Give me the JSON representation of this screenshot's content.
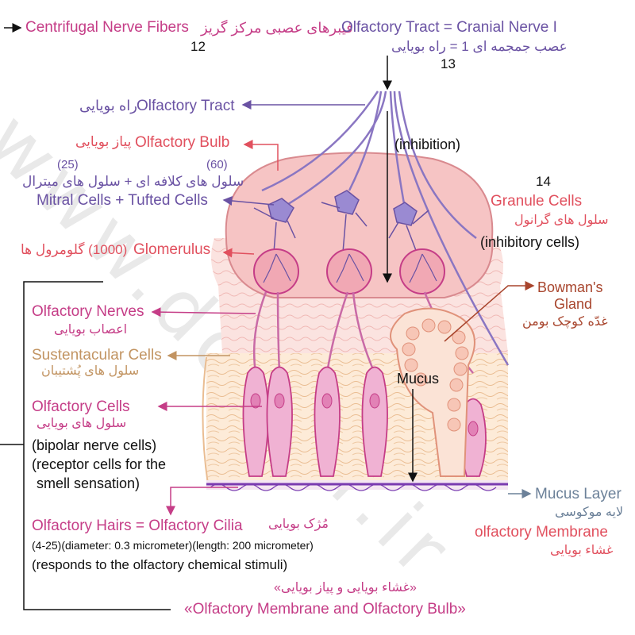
{
  "colors": {
    "purple": "#6a52a3",
    "pink": "#c53d87",
    "red": "#e1505e",
    "tan": "#c29462",
    "brown": "#a8452d",
    "slate": "#6c8199",
    "bulb_fill": "#f6c4c4",
    "cilia": "#7a3bb0"
  },
  "watermark": "www.doctor.ir",
  "labels": {
    "centrifugal_en": "Centrifugal Nerve Fibers",
    "centrifugal_fa": "فیبرهای عصبی مرکز گریز",
    "num_12": "12",
    "cranial_en": "Olfactory Tract = Cranial Nerve I",
    "cranial_fa": "عصب جمجمه ای 1 = راه بویایی",
    "num_13": "13",
    "tract_en": "Olfactory Tract",
    "tract_fa": "راه بویایی",
    "bulb_en": "Olfactory Bulb",
    "bulb_fa": "پیاز بویایی",
    "inhibition": "(inhibition)",
    "num_25": "(25)",
    "num_60": "(60)",
    "mitral_fa": "سلول های کلافه ای + سلول های میترال",
    "mitral_en": "Mitral Cells + Tufted Cells",
    "num_14": "14",
    "granule_en": "Granule Cells",
    "granule_fa": "سلول های گرانول",
    "granule_note": "(inhibitory cells)",
    "glomerulus_en": "Glomerulus",
    "glomerulus_fa": "(1000) گلومرول ها",
    "bowman_en1": "Bowman's",
    "bowman_en2": "Gland",
    "bowman_fa": "غدّه کوچک بومن",
    "nerves_en": "Olfactory Nerves",
    "nerves_fa": "اعصاب بویایی",
    "sust_en": "Sustentacular Cells",
    "sust_fa": "سلول های پُشتیبان",
    "mucus": "Mucus",
    "cells_en": "Olfactory Cells",
    "cells_fa": "سلول های بویایی",
    "cells_note1": "(bipolar nerve cells)",
    "cells_note2": "(receptor cells for the",
    "cells_note3": "smell sensation)",
    "mucus_layer_en": "Mucus Layer",
    "mucus_layer_fa": "لایه موکوسی",
    "membrane_en": "olfactory Membrane",
    "membrane_fa": "غشاء بویایی",
    "hairs_en": "Olfactory Hairs = Olfactory Cilia",
    "hairs_fa": "مُژک بویایی",
    "hairs_dims": "(4-25)(diameter: 0.3 micrometer)(length: 200 micrometer)",
    "hairs_note": "(responds to the olfactory chemical stimuli)",
    "footer_fa": "«غشاء بویایی و پیاز بویایی»",
    "footer_en": "«Olfactory Membrane and Olfactory Bulb»"
  }
}
